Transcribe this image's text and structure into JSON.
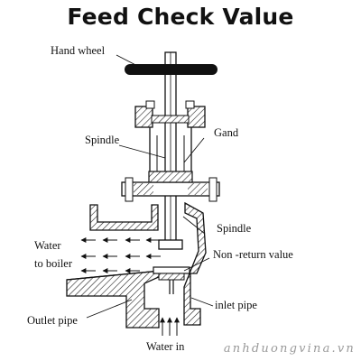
{
  "title": "Feed Check Value",
  "labels": {
    "hand_wheel": "Hand wheel",
    "spindle_top": "Spindle",
    "gand": "Gand",
    "spindle_right": "Spindle",
    "water": "Water",
    "to_boiler": "to boiler",
    "non_return_value": "Non -return value",
    "inlet_pipe": "inlet pipe",
    "outlet_pipe": "Outlet pipe",
    "water_in": "Water in"
  },
  "watermark": "anhduongvina.vn"
}
